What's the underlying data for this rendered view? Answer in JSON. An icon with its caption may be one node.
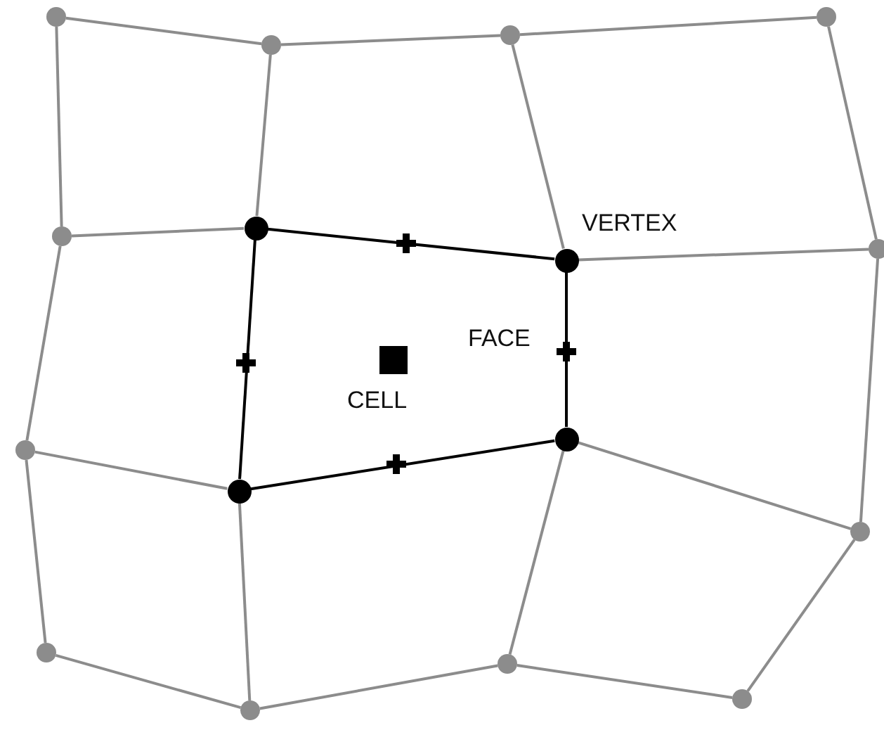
{
  "diagram": {
    "nodes": [
      {
        "text": [],
        "shape": "circle"
      },
      {
        "text": [],
        "shape": "circle"
      },
      {
        "text": [],
        "shape": "circle"
      },
      {
        "text": [],
        "shape": "circle"
      },
      {
        "text": [],
        "shape": "circle"
      },
      {
        "text": [],
        "shape": "circle"
      },
      {
        "text": [],
        "shape": "circle"
      },
      {
        "text": [],
        "shape": "circle"
      },
      {
        "text": [],
        "shape": "circle"
      },
      {
        "text": [],
        "shape": "circle"
      },
      {
        "text": [],
        "shape": "circle"
      },
      {
        "text": [],
        "shape": "circle"
      },
      {
        "text": [],
        "shape": "circle"
      },
      {
        "text": [],
        "shape": "circle"
      },
      {
        "text": [],
        "shape": "circle"
      },
      {
        "text": [],
        "shape": "circle"
      }
    ],
    "edges": [
      {
        "from": 0,
        "to": 1,
        "arrow": "none"
      },
      {
        "from": 1,
        "to": 2,
        "arrow": "none"
      },
      {
        "from": 2,
        "to": 3,
        "arrow": "none"
      },
      {
        "from": 0,
        "to": 4,
        "arrow": "none"
      },
      {
        "from": 1,
        "to": 5,
        "arrow": "none"
      },
      {
        "from": 2,
        "to": 6,
        "arrow": "none"
      },
      {
        "from": 3,
        "to": 7,
        "arrow": "none"
      },
      {
        "from": 4,
        "to": 5,
        "arrow": "none"
      },
      {
        "from": 5,
        "to": 6,
        "arrow": "none",
        "color": "#000000"
      },
      {
        "from": 6,
        "to": 7,
        "arrow": "none"
      },
      {
        "from": 4,
        "to": 8,
        "arrow": "none"
      },
      {
        "from": 5,
        "to": 9,
        "arrow": "none",
        "color": "#000000"
      },
      {
        "from": 6,
        "to": 10,
        "arrow": "none",
        "color": "#000000"
      },
      {
        "from": 7,
        "to": 11,
        "arrow": "none"
      },
      {
        "from": 8,
        "to": 9,
        "arrow": "none"
      },
      {
        "from": 9,
        "to": 10,
        "arrow": "none",
        "color": "#000000"
      },
      {
        "from": 10,
        "to": 11,
        "arrow": "none"
      },
      {
        "from": 8,
        "to": 12,
        "arrow": "none"
      },
      {
        "from": 9,
        "to": 13,
        "arrow": "none"
      },
      {
        "from": 10,
        "to": 14,
        "arrow": "none"
      },
      {
        "from": 11,
        "to": 15,
        "arrow": "none"
      },
      {
        "from": 12,
        "to": 13,
        "arrow": "none"
      },
      {
        "from": 13,
        "to": 14,
        "arrow": "none"
      },
      {
        "from": 14,
        "to": 15,
        "arrow": "none"
      }
    ],
    "labels": [
      "VERTEX",
      "FACE",
      "CELL"
    ]
  }
}
